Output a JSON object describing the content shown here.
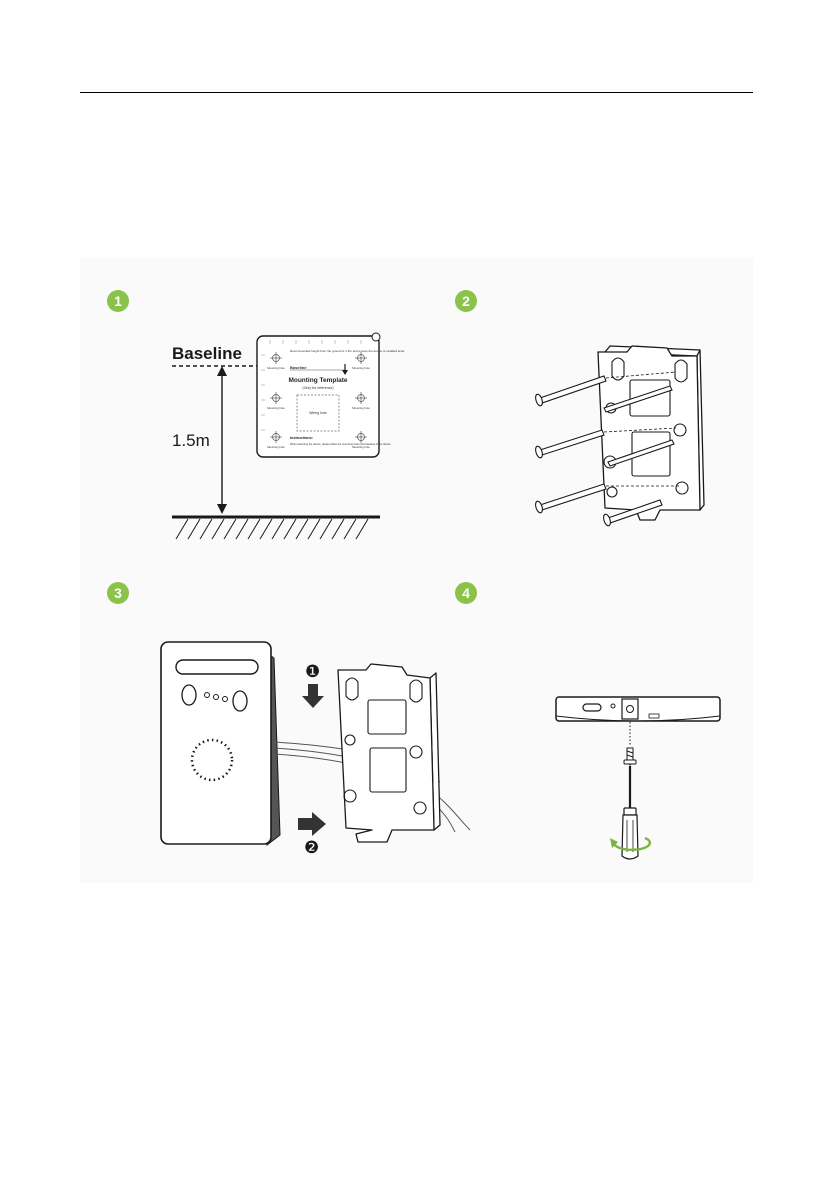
{
  "colors": {
    "step_badge": "#8bc34a",
    "line": "#1a1a1a",
    "panel_bg": "#fafafa"
  },
  "steps": [
    {
      "number": "1"
    },
    {
      "number": "2"
    },
    {
      "number": "3"
    },
    {
      "number": "4"
    }
  ],
  "step1": {
    "baseline_label": "Baseline",
    "height_label": "1.5m",
    "template_title": "Mounting Template",
    "template_subtitle": "(Only for reference)",
    "template_baseline": "Baseline",
    "template_intro": "Recommended height from the ground is 1.5m and ensure the device is installed level.",
    "wiring_hole": "Wiring hole",
    "mounting_hole": "Mounting hole",
    "instructions_title": "Instructions:",
    "instructions_text": "When fastening the device, please follow the mounting holes and baseline of the device."
  },
  "step3": {
    "arrow1_number": "❶",
    "arrow2_number": "❷"
  },
  "icons": {
    "screw": "screw-icon",
    "screwdriver": "screwdriver-icon",
    "rotation": "rotation-arrow-icon",
    "down_arrow": "arrow-down-icon",
    "right_arrow": "arrow-right-icon"
  }
}
